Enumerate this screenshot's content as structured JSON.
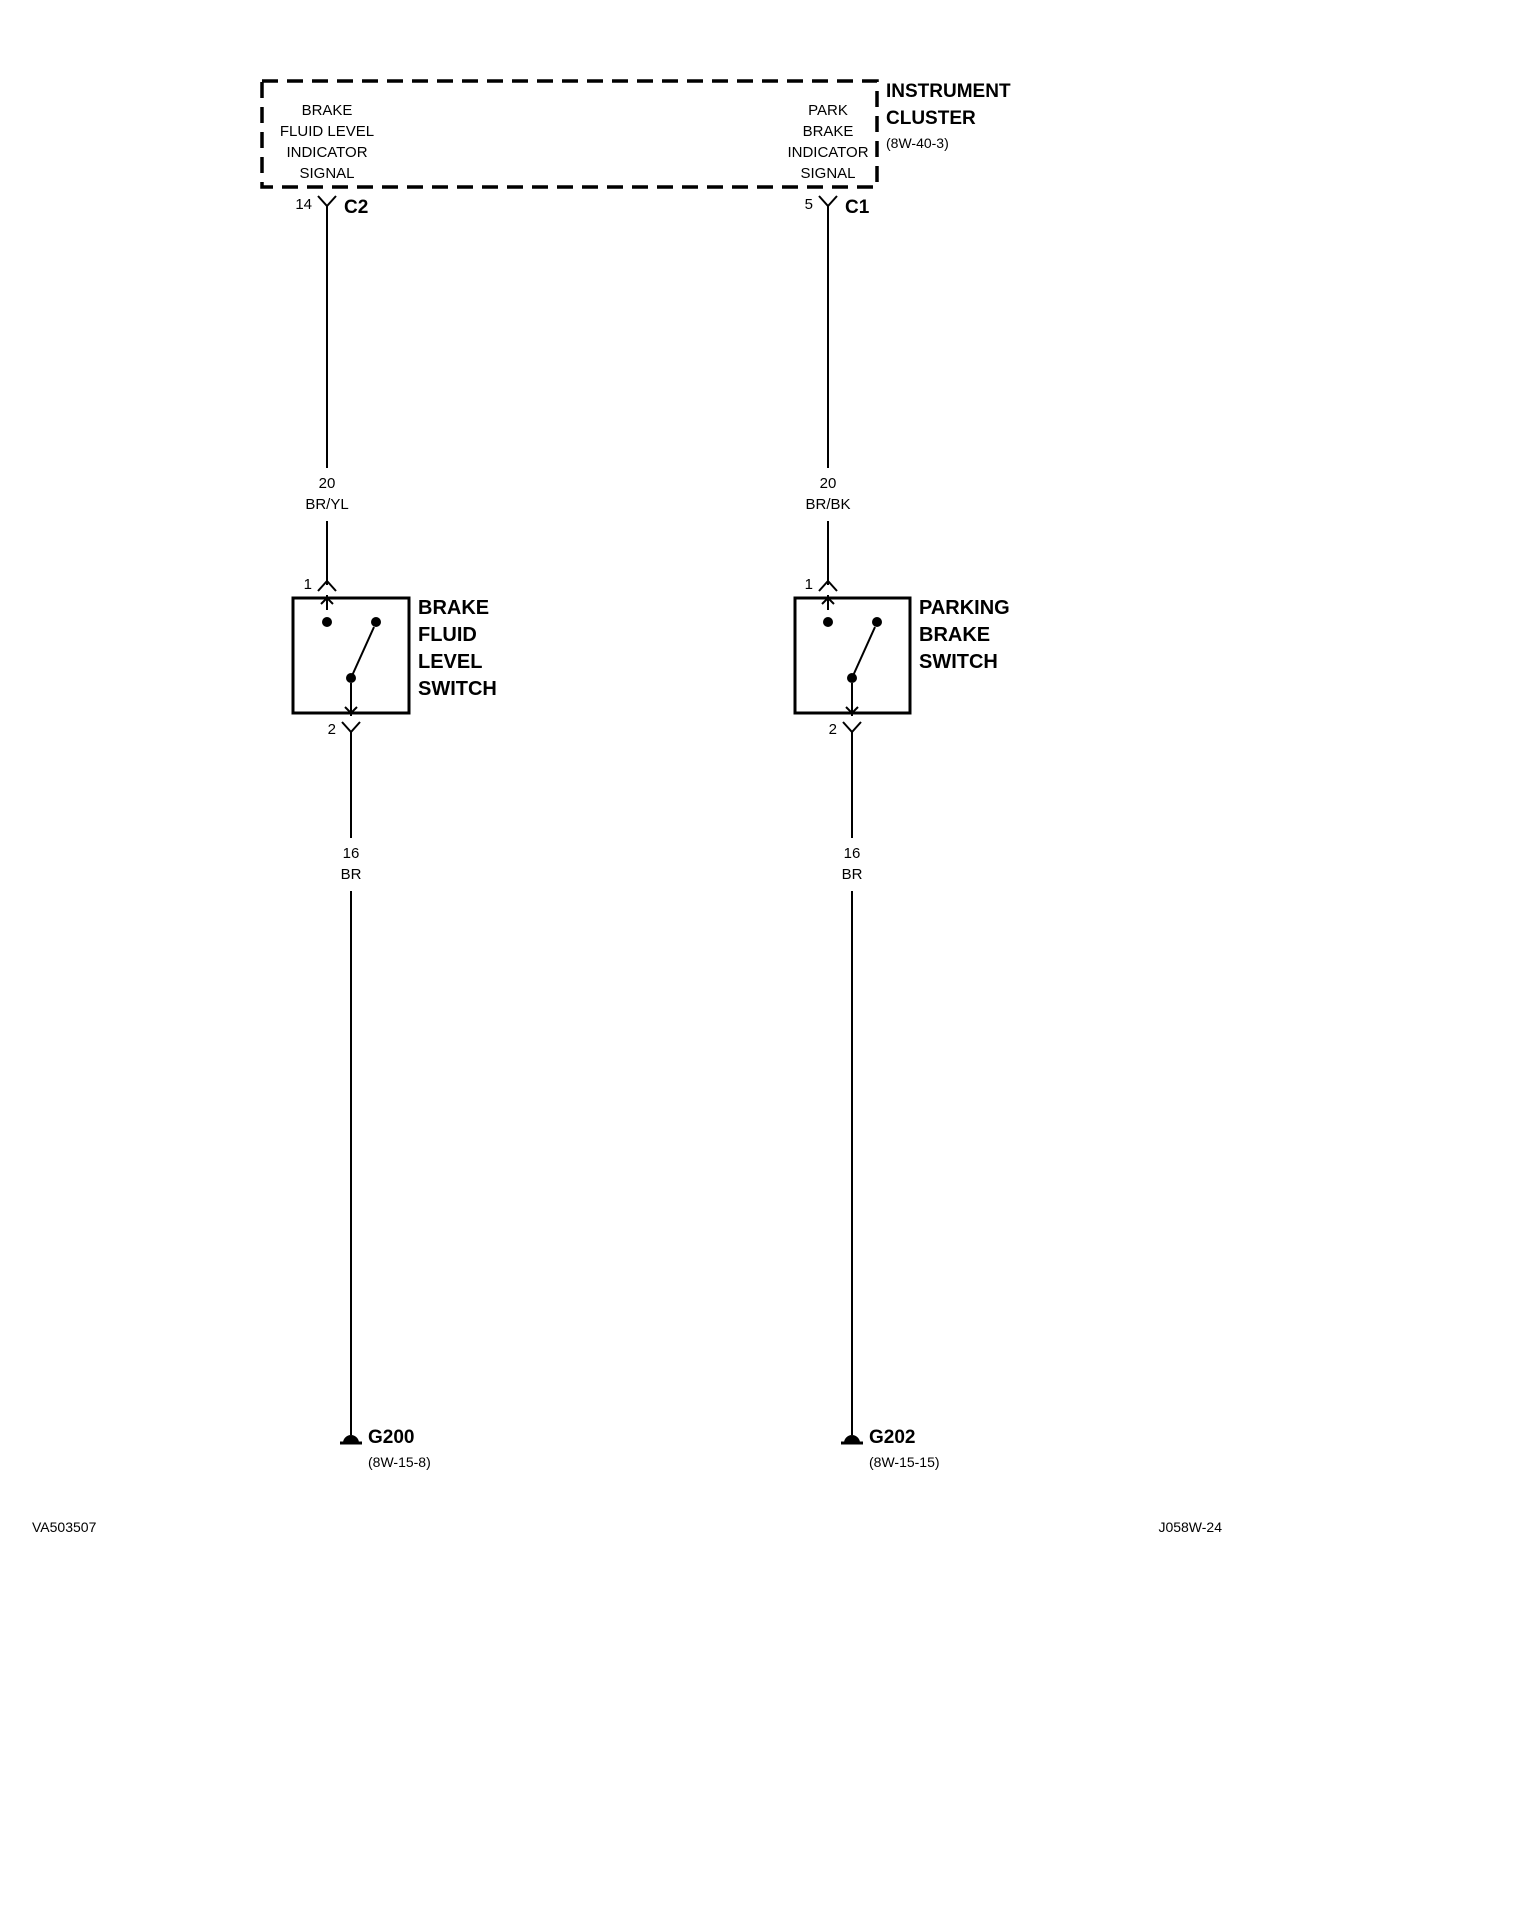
{
  "instrument_cluster": {
    "title_line1": "INSTRUMENT",
    "title_line2": "CLUSTER",
    "ref": "(8W-40-3)",
    "left_signal": [
      "BRAKE",
      "FLUID LEVEL",
      "INDICATOR",
      "SIGNAL"
    ],
    "right_signal": [
      "PARK",
      "BRAKE",
      "INDICATOR",
      "SIGNAL"
    ],
    "left_pin": "14",
    "left_connector": "C2",
    "right_pin": "5",
    "right_connector": "C1"
  },
  "left_circuit": {
    "upper_wire_gauge": "20",
    "upper_wire_color": "BR/YL",
    "switch_pin_in": "1",
    "switch_pin_out": "2",
    "switch_name": [
      "BRAKE",
      "FLUID",
      "LEVEL",
      "SWITCH"
    ],
    "lower_wire_gauge": "16",
    "lower_wire_color": "BR",
    "ground_name": "G200",
    "ground_ref": "(8W-15-8)"
  },
  "right_circuit": {
    "upper_wire_gauge": "20",
    "upper_wire_color": "BR/BK",
    "switch_pin_in": "1",
    "switch_pin_out": "2",
    "switch_name": [
      "PARKING",
      "BRAKE",
      "SWITCH"
    ],
    "lower_wire_gauge": "16",
    "lower_wire_color": "BR",
    "ground_name": "G202",
    "ground_ref": "(8W-15-15)"
  },
  "footer": {
    "left_code": "VA503507",
    "right_code": "J058W-24"
  }
}
